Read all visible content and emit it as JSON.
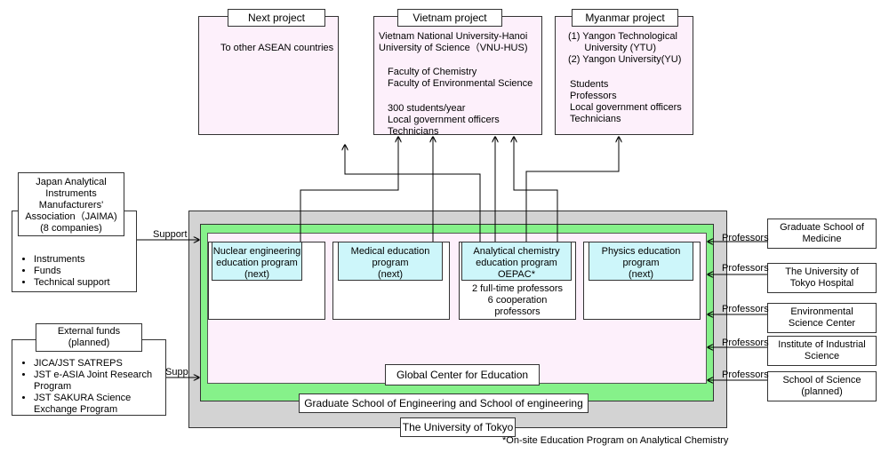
{
  "projects": {
    "next": {
      "title": "Next project",
      "text": "To other ASEAN countries"
    },
    "vietnam": {
      "title": "Vietnam project",
      "university": "Vietnam National University-Hanoi\nUniversity of Science（VNU-HUS)",
      "faculties": "Faculty of Chemistry\nFaculty of Environmental Science",
      "people": "300 students/year\nLocal government officers\nTechnicians"
    },
    "myanmar": {
      "title": "Myanmar project",
      "universities": "(1) Yangon Technological\n      University (YTU)\n(2) Yangon University(YU)",
      "people": "Students\nProfessors\nLocal government officers\nTechnicians"
    }
  },
  "jaima": {
    "name": "Japan Analytical\nInstruments\nManufacturers'\nAssociation（JAIMA)\n(8 companies)",
    "items": [
      "Instruments",
      "Funds",
      "Technical support"
    ],
    "arrow_label": "Support"
  },
  "external_funds": {
    "name": "External funds\n(planned)",
    "items": [
      "JICA/JST SATREPS",
      "JST e-ASIA Joint Research Program",
      "JST SAKURA Science Exchange Program"
    ],
    "arrow_label": "Support"
  },
  "programs": [
    {
      "name": "Nuclear engineering\neducation program\n(next)",
      "detail": ""
    },
    {
      "name": "Medical education\nprogram\n(next)",
      "detail": ""
    },
    {
      "name": "Analytical chemistry\neducation program\nOEPAC*",
      "detail": "2 full-time professors\n6 cooperation\nprofessors"
    },
    {
      "name": "Physics education\nprogram\n(next)",
      "detail": ""
    }
  ],
  "center": "Global Center for Education",
  "graduate_school": "Graduate School of Engineering and School of engineering",
  "university": "The University of Tokyo",
  "contributors": [
    {
      "name": "Graduate School of\nMedicine",
      "arrow_label": "Professors"
    },
    {
      "name": "The University of\nTokyo Hospital",
      "arrow_label": "Professors"
    },
    {
      "name": "Environmental\nScience Center",
      "arrow_label": "Professors"
    },
    {
      "name": "Institute of Industrial\nScience",
      "arrow_label": "Professors"
    },
    {
      "name": "School of Science\n(planned)",
      "arrow_label": "Professors"
    }
  ],
  "footnote": "*On-site Education Program on Analytical Chemistry"
}
